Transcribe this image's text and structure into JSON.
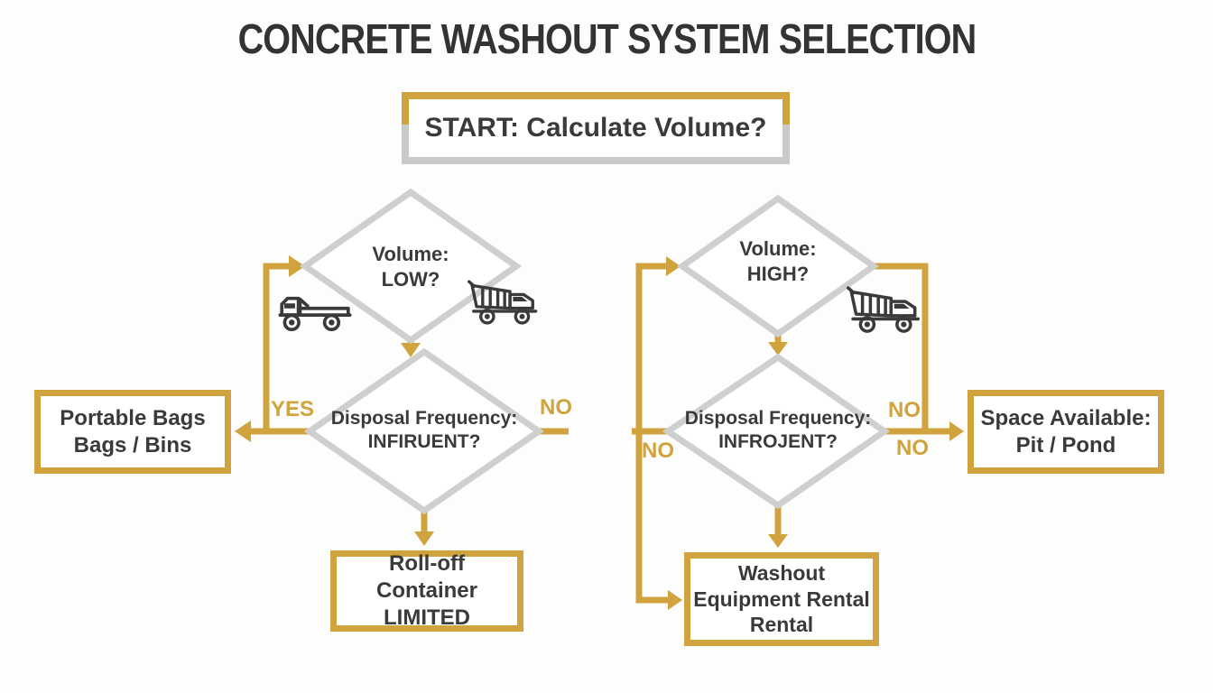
{
  "colors": {
    "gold": "#D0A33E",
    "gray": "#C9C9C9",
    "ink": "#3A3A3A",
    "diamond": "#CFCFCF"
  },
  "title": "CONCRETE WASHOUT SYSTEM SELECTION",
  "start_box": {
    "label": "START: Calculate Volume?"
  },
  "left_tree": {
    "volume_diamond": {
      "line1": "Volume:",
      "line2": "LOW?"
    },
    "frequency_diamond": {
      "line1": "Disposal Frequency:",
      "line2": "INFIRUENT?"
    },
    "yes_label": "YES",
    "no_label": "NO",
    "portable_box": {
      "line1": "Portable Bags",
      "line2": "Bags / Bins"
    },
    "rolloff_box": {
      "line1": "Roll-off Container",
      "line2": "LIMITED"
    }
  },
  "right_tree": {
    "volume_diamond": {
      "line1": "Volume:",
      "line2": "HIGH?"
    },
    "frequency_diamond": {
      "line1": "Disposal Frequency:",
      "line2": "INFROJENT?"
    },
    "no_label_left": "NO",
    "no_label_top": "NO",
    "no_label_bottom": "NO",
    "space_box": {
      "line1": "Space Available:",
      "line2": "Pit / Pond"
    },
    "washout_box": {
      "line1": "Washout",
      "line2": "Equipment Rental",
      "line3": "Rental"
    }
  },
  "icons": {
    "left_truck": "flatbed-truck-icon",
    "left_dump_truck": "dump-truck-icon",
    "right_dump_truck": "dump-truck-icon"
  }
}
